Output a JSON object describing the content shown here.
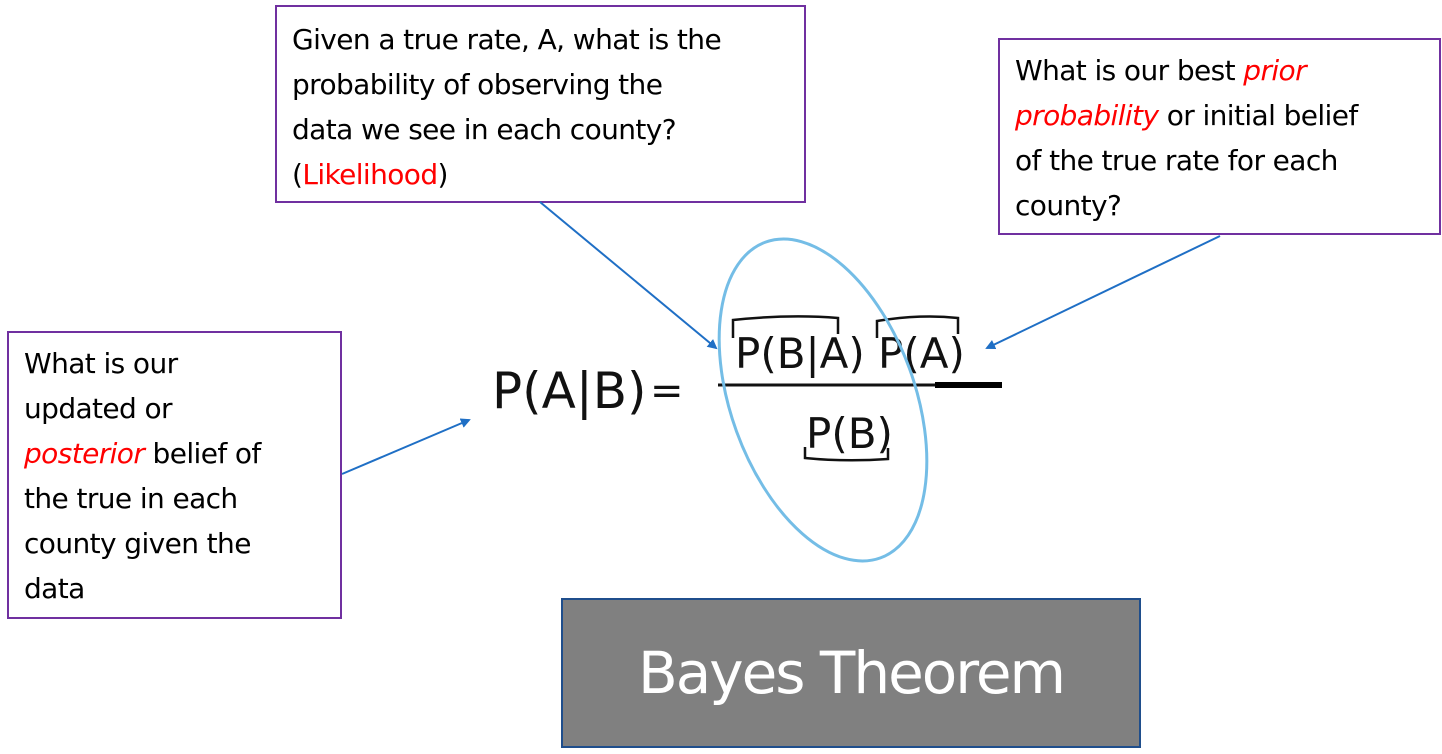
{
  "boxes": {
    "likelihood": {
      "lines": [
        "Given a true rate, A, what is the",
        "probability of observing the",
        "data we see in each county?"
      ],
      "last_prefix": "(",
      "highlight": "Likelihood",
      "last_suffix": ")"
    },
    "prior": {
      "line1_text": "What is our best ",
      "line1_highlight": "prior",
      "line2_highlight": "probability",
      "line2_text": " or initial belief",
      "line3": "of the true rate for each",
      "line4": "county?"
    },
    "posterior": {
      "line1": "What is our",
      "line2": "updated or",
      "line3_highlight": "posterior",
      "line3_text": " belief of",
      "line4": "the true in each",
      "line5": "county given the",
      "line6": "data"
    }
  },
  "equation": {
    "lhs": "P(A|B)",
    "equals": "=",
    "numerator_likelihood": "P(B|A)",
    "numerator_prior": "P(A)",
    "denominator": "P(B)"
  },
  "title": "Bayes Theorem",
  "colors": {
    "highlight": "#ff0000",
    "box_border": "#7030a0",
    "arrow": "#1f6fc5",
    "ellipse": "#74bde6",
    "title_bg": "#808080",
    "title_border": "#1f4e8c"
  }
}
